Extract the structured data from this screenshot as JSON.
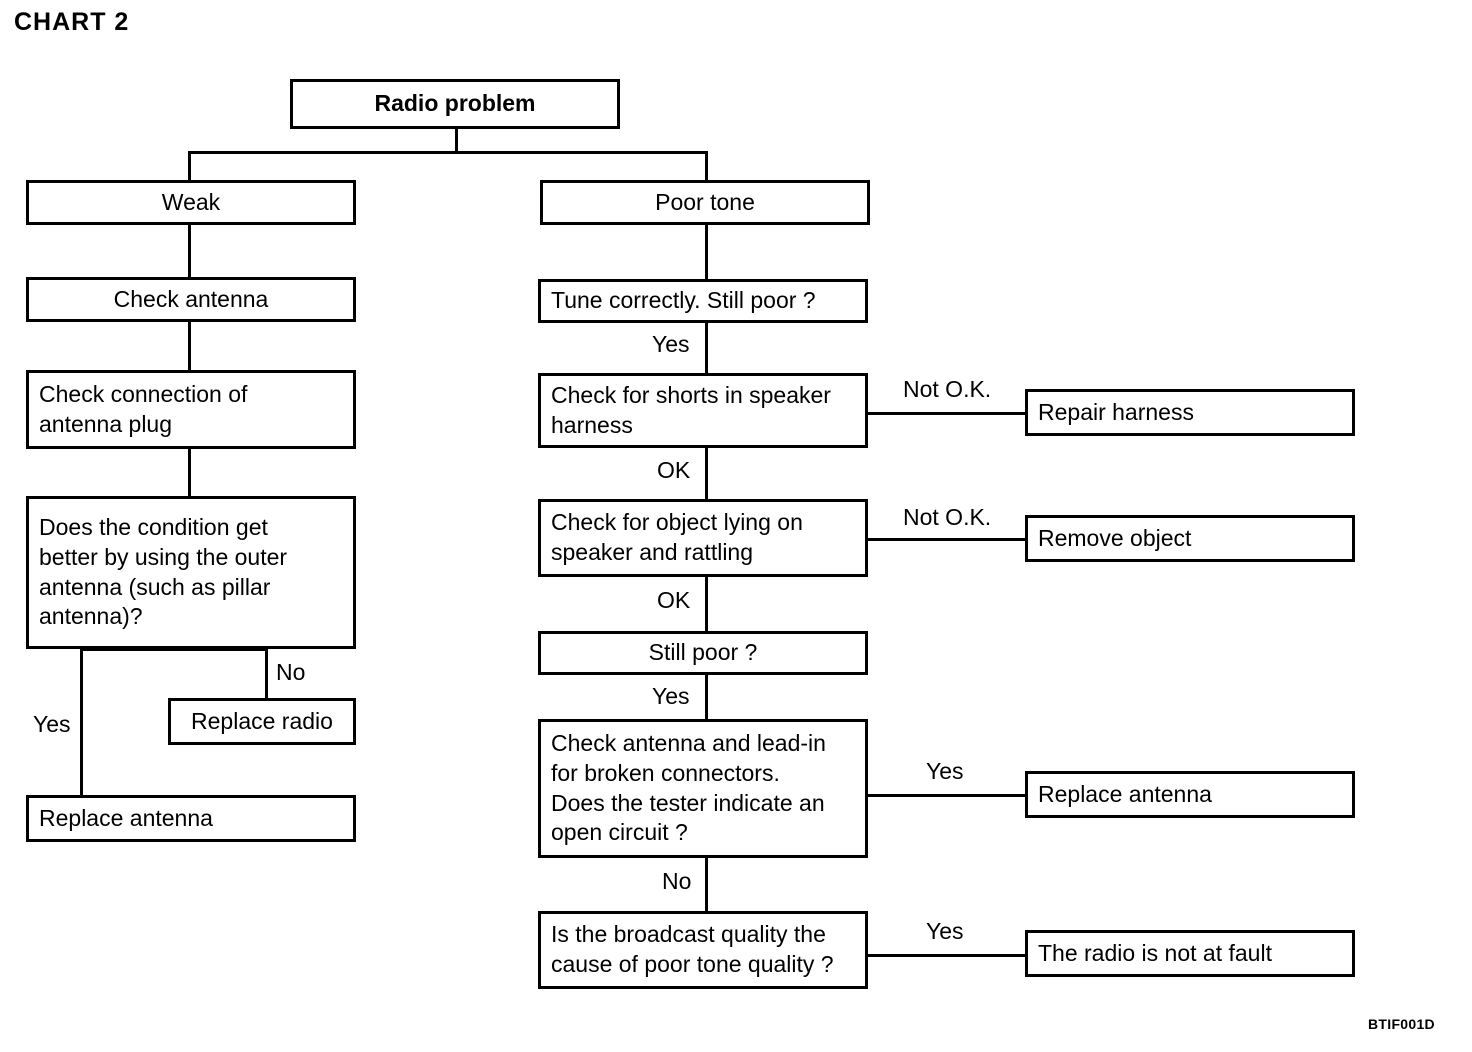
{
  "chart_data": {
    "type": "diagram",
    "title": "CHART 2",
    "footer_code": "BTIF001D",
    "diagram_kind": "troubleshooting-flowchart",
    "root": "Radio problem",
    "nodes": [
      {
        "id": "root",
        "label": "Radio problem"
      },
      {
        "id": "weak",
        "label": "Weak"
      },
      {
        "id": "poor_tone",
        "label": "Poor tone"
      },
      {
        "id": "check_antenna",
        "label": "Check antenna"
      },
      {
        "id": "check_connection",
        "label": "Check connection of\nantenna plug"
      },
      {
        "id": "outer_antenna_q",
        "label": "Does the condition get\nbetter by using the outer\nantenna (such as pillar\nantenna)?"
      },
      {
        "id": "replace_radio",
        "label": "Replace radio"
      },
      {
        "id": "replace_antenna_l",
        "label": "Replace antenna"
      },
      {
        "id": "tune_correctly",
        "label": "Tune correctly. Still poor ?"
      },
      {
        "id": "check_shorts",
        "label": "Check for shorts in speaker\nharness"
      },
      {
        "id": "repair_harness",
        "label": "Repair harness"
      },
      {
        "id": "check_object",
        "label": "Check for object lying on\nspeaker and rattling"
      },
      {
        "id": "remove_object",
        "label": "Remove object"
      },
      {
        "id": "still_poor",
        "label": "Still poor ?"
      },
      {
        "id": "check_lead_in",
        "label": "Check antenna and lead-in\nfor broken connectors.\nDoes the tester indicate an\nopen circuit ?"
      },
      {
        "id": "replace_antenna_r",
        "label": "Replace antenna"
      },
      {
        "id": "broadcast_q",
        "label": "Is the broadcast quality the\ncause of poor tone quality ?"
      },
      {
        "id": "not_at_fault",
        "label": "The radio is not at fault"
      }
    ],
    "edges": [
      {
        "from": "root",
        "to": "weak",
        "label": ""
      },
      {
        "from": "root",
        "to": "poor_tone",
        "label": ""
      },
      {
        "from": "weak",
        "to": "check_antenna",
        "label": ""
      },
      {
        "from": "check_antenna",
        "to": "check_connection",
        "label": ""
      },
      {
        "from": "check_connection",
        "to": "outer_antenna_q",
        "label": ""
      },
      {
        "from": "outer_antenna_q",
        "to": "replace_antenna_l",
        "label": "Yes"
      },
      {
        "from": "outer_antenna_q",
        "to": "replace_radio",
        "label": "No"
      },
      {
        "from": "poor_tone",
        "to": "tune_correctly",
        "label": ""
      },
      {
        "from": "tune_correctly",
        "to": "check_shorts",
        "label": "Yes"
      },
      {
        "from": "check_shorts",
        "to": "repair_harness",
        "label": "Not O.K."
      },
      {
        "from": "check_shorts",
        "to": "check_object",
        "label": "OK"
      },
      {
        "from": "check_object",
        "to": "remove_object",
        "label": "Not O.K."
      },
      {
        "from": "check_object",
        "to": "still_poor",
        "label": "OK"
      },
      {
        "from": "still_poor",
        "to": "check_lead_in",
        "label": "Yes"
      },
      {
        "from": "check_lead_in",
        "to": "replace_antenna_r",
        "label": "Yes"
      },
      {
        "from": "check_lead_in",
        "to": "broadcast_q",
        "label": "No"
      },
      {
        "from": "broadcast_q",
        "to": "not_at_fault",
        "label": "Yes"
      }
    ],
    "edge_labels": {
      "outer_yes": "Yes",
      "outer_no": "No",
      "tune_yes": "Yes",
      "shorts_not_ok": "Not O.K.",
      "shorts_ok": "OK",
      "object_not_ok": "Not O.K.",
      "object_ok": "OK",
      "still_poor_yes": "Yes",
      "lead_in_yes": "Yes",
      "lead_in_no": "No",
      "broadcast_yes": "Yes"
    },
    "colors": {
      "background": "#ffffff",
      "stroke": "#000000",
      "text": "#000000"
    }
  }
}
